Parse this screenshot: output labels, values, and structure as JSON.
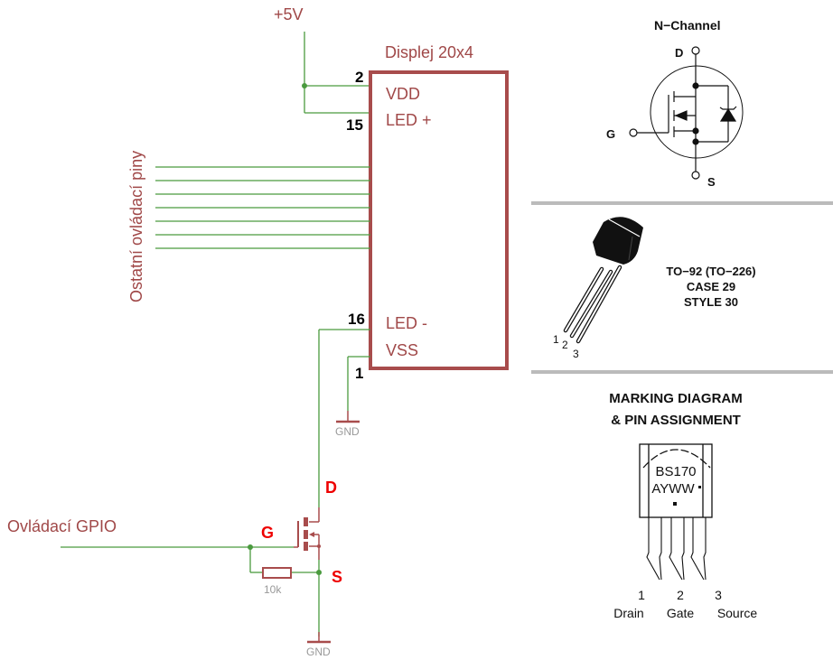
{
  "schematic": {
    "supply_label": "+5V",
    "display": {
      "title": "Displej 20x4",
      "pins": [
        {
          "number": "2",
          "name": "VDD"
        },
        {
          "number": "15",
          "name": "LED +"
        },
        {
          "number": "16",
          "name": "LED -"
        },
        {
          "number": "1",
          "name": "VSS"
        }
      ],
      "control_lines_count": 7
    },
    "control_pins_label": "Ostatní ovládací piny",
    "gpio_label": "Ovládací GPIO",
    "gnd_label": "GND",
    "resistor_label": "10k",
    "mosfet_labels": {
      "drain": "D",
      "gate": "G",
      "source": "S"
    }
  },
  "datasheet": {
    "symbol": {
      "title": "N−Channel",
      "drain": "D",
      "gate": "G",
      "source": "S"
    },
    "package": {
      "line1": "TO−92 (TO−226)",
      "line2": "CASE 29",
      "line3": "STYLE 30",
      "pin_numbers": [
        "1",
        "2",
        "3"
      ]
    },
    "marking": {
      "title_line1": "MARKING DIAGRAM",
      "title_line2": "& PIN ASSIGNMENT",
      "part": "BS170",
      "code": "AYWW",
      "pins": [
        {
          "number": "1",
          "name": "Drain"
        },
        {
          "number": "2",
          "name": "Gate"
        },
        {
          "number": "3",
          "name": "Source"
        }
      ]
    }
  },
  "colors": {
    "wire": "#4a9a3e",
    "part": "#a84c4c",
    "label": "#a04848",
    "fet_label": "#ee0000"
  }
}
